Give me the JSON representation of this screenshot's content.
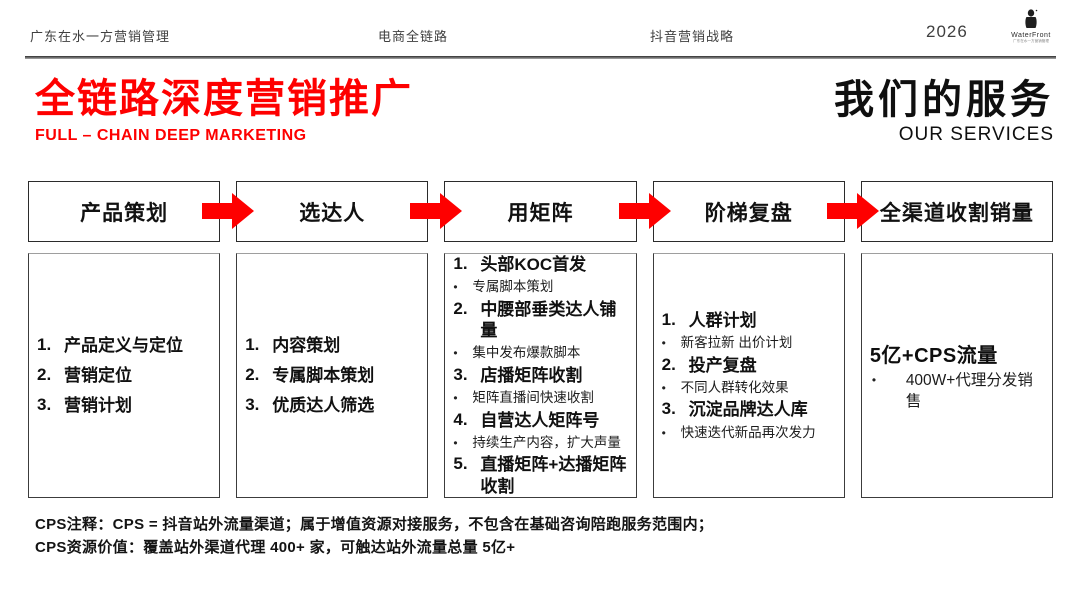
{
  "header": {
    "items": [
      "广东在水一方营销管理",
      "电商全链路",
      "抖音营销战略"
    ],
    "year": "2026",
    "logo": {
      "name": "WaterFront",
      "tagline": "广东在水一方营销管理"
    }
  },
  "title": {
    "main": "全链路深度营销推广",
    "sub": "FULL – CHAIN DEEP MARKETING"
  },
  "services": {
    "main": "我们的服务",
    "sub": "OUR SERVICES"
  },
  "flow": {
    "steps": [
      {
        "label": "产品策划",
        "items": [
          {
            "t": "num",
            "text": "产品定义与定位"
          },
          {
            "t": "num",
            "text": "营销定位"
          },
          {
            "t": "num",
            "text": "营销计划"
          }
        ]
      },
      {
        "label": "选达人",
        "items": [
          {
            "t": "num",
            "text": "内容策划"
          },
          {
            "t": "num",
            "text": "专属脚本策划"
          },
          {
            "t": "num",
            "text": "优质达人筛选"
          }
        ]
      },
      {
        "label": "用矩阵",
        "items": [
          {
            "t": "num",
            "text": "头部KOC首发"
          },
          {
            "t": "sub",
            "text": "专属脚本策划"
          },
          {
            "t": "num",
            "text": "中腰部垂类达人铺量"
          },
          {
            "t": "sub",
            "text": "集中发布爆款脚本"
          },
          {
            "t": "num",
            "text": "店播矩阵收割"
          },
          {
            "t": "sub",
            "text": "矩阵直播间快速收割"
          },
          {
            "t": "num",
            "text": "自营达人矩阵号"
          },
          {
            "t": "sub",
            "text": "持续生产内容，扩大声量"
          },
          {
            "t": "num",
            "text": "直播矩阵+达播矩阵收割"
          }
        ]
      },
      {
        "label": "阶梯复盘",
        "items": [
          {
            "t": "num",
            "text": "人群计划"
          },
          {
            "t": "sub",
            "text": "新客拉新 出价计划"
          },
          {
            "t": "num",
            "text": "投产复盘"
          },
          {
            "t": "sub",
            "text": "不同人群转化效果"
          },
          {
            "t": "num",
            "text": "沉淀品牌达人库"
          },
          {
            "t": "sub",
            "text": "快速迭代新品再次发力"
          }
        ]
      },
      {
        "label": "全渠道收割销量",
        "items": [
          {
            "t": "head",
            "text": "5亿+CPS流量"
          },
          {
            "t": "sub",
            "text": "400W+代理分发销售"
          }
        ]
      }
    ]
  },
  "footer": {
    "lines": [
      "CPS注释：CPS = 抖音站外流量渠道；属于增值资源对接服务，不包含在基础咨询陪跑服务范围内；",
      "CPS资源价值：覆盖站外渠道代理 400+ 家，可触达站外流量总量 5亿+"
    ]
  },
  "colors": {
    "accent": "#fe0000"
  }
}
